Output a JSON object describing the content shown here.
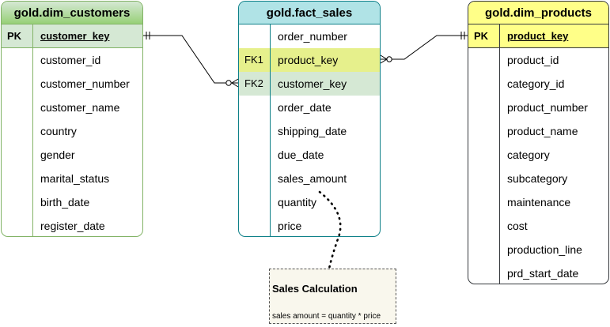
{
  "customers": {
    "title": "gold.dim_customers",
    "pk": {
      "key": "PK",
      "field": "customer_key"
    },
    "fields": [
      "customer_id",
      "customer_number",
      "customer_name",
      "country",
      "gender",
      "marital_status",
      "birth_date",
      "register_date"
    ]
  },
  "sales": {
    "title": "gold.fact_sales",
    "rows": [
      {
        "key": "",
        "field": "order_number"
      },
      {
        "key": "FK1",
        "field": "product_key"
      },
      {
        "key": "FK2",
        "field": "customer_key"
      },
      {
        "key": "",
        "field": "order_date"
      },
      {
        "key": "",
        "field": "shipping_date"
      },
      {
        "key": "",
        "field": "due_date"
      },
      {
        "key": "",
        "field": "sales_amount"
      },
      {
        "key": "",
        "field": "quantity"
      },
      {
        "key": "",
        "field": "price"
      }
    ]
  },
  "products": {
    "title": "gold.dim_products",
    "pk": {
      "key": "PK",
      "field": "product_key"
    },
    "fields": [
      "product_id",
      "category_id",
      "product_number",
      "product_name",
      "category",
      "subcategory",
      "maintenance",
      "cost",
      "production_line",
      "prd_start_date"
    ]
  },
  "note": {
    "title": "Sales Calculation",
    "text": "sales amount = quantity * price"
  },
  "colors": {
    "customers_border": "#82b366",
    "sales_border": "#0e8088",
    "products_border": "#36393d",
    "fk1_highlight": "#e6f08c",
    "fk2_highlight": "#d5e8d4"
  }
}
